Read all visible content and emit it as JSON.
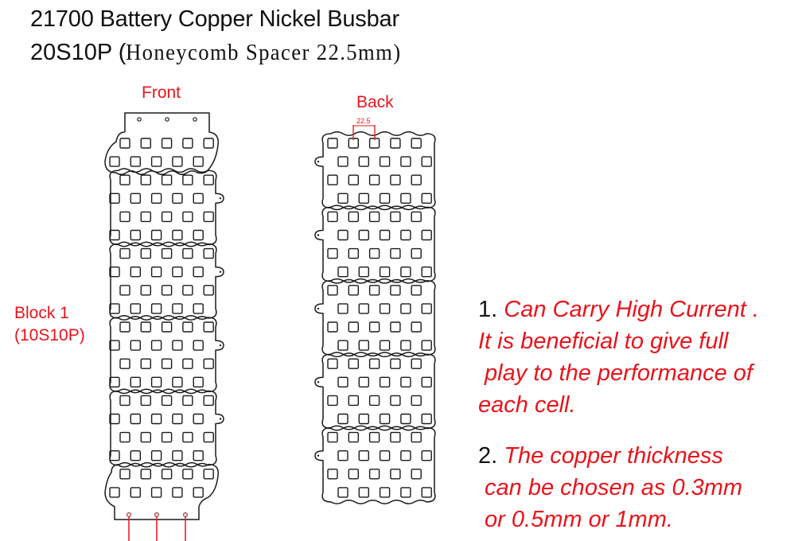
{
  "header": {
    "title_line1": "21700 Battery Copper Nickel Busbar",
    "title_line2_prefix": "20S10P (",
    "title_line2_detail": "Honeycomb Spacer 22.5mm)"
  },
  "labels": {
    "front": "Front",
    "back": "Back",
    "dimension": "22.5",
    "block_name": "Block 1",
    "block_config": "(10S10P)"
  },
  "notes": [
    {
      "number": "1.",
      "lines": [
        "Can Carry High Current .",
        "It is beneficial to give full",
        " play to the performance of",
        "each cell."
      ]
    },
    {
      "number": "2.",
      "lines": [
        "The copper thickness",
        " can be chosen as 0.3mm",
        " or 0.5mm or 1mm."
      ]
    }
  ],
  "layout": {
    "series": 20,
    "parallel": 10,
    "row_first_y": 180,
    "row_pitch": 23.1,
    "col_pitch": 26.3,
    "hole_size": 12,
    "front_x_a": 157,
    "front_x_b": 144,
    "back_x_a": 418,
    "back_x_b": 431
  },
  "colors": {
    "accent_red": "#e8141b",
    "line": "#1a1a1a",
    "text": "#111111"
  }
}
